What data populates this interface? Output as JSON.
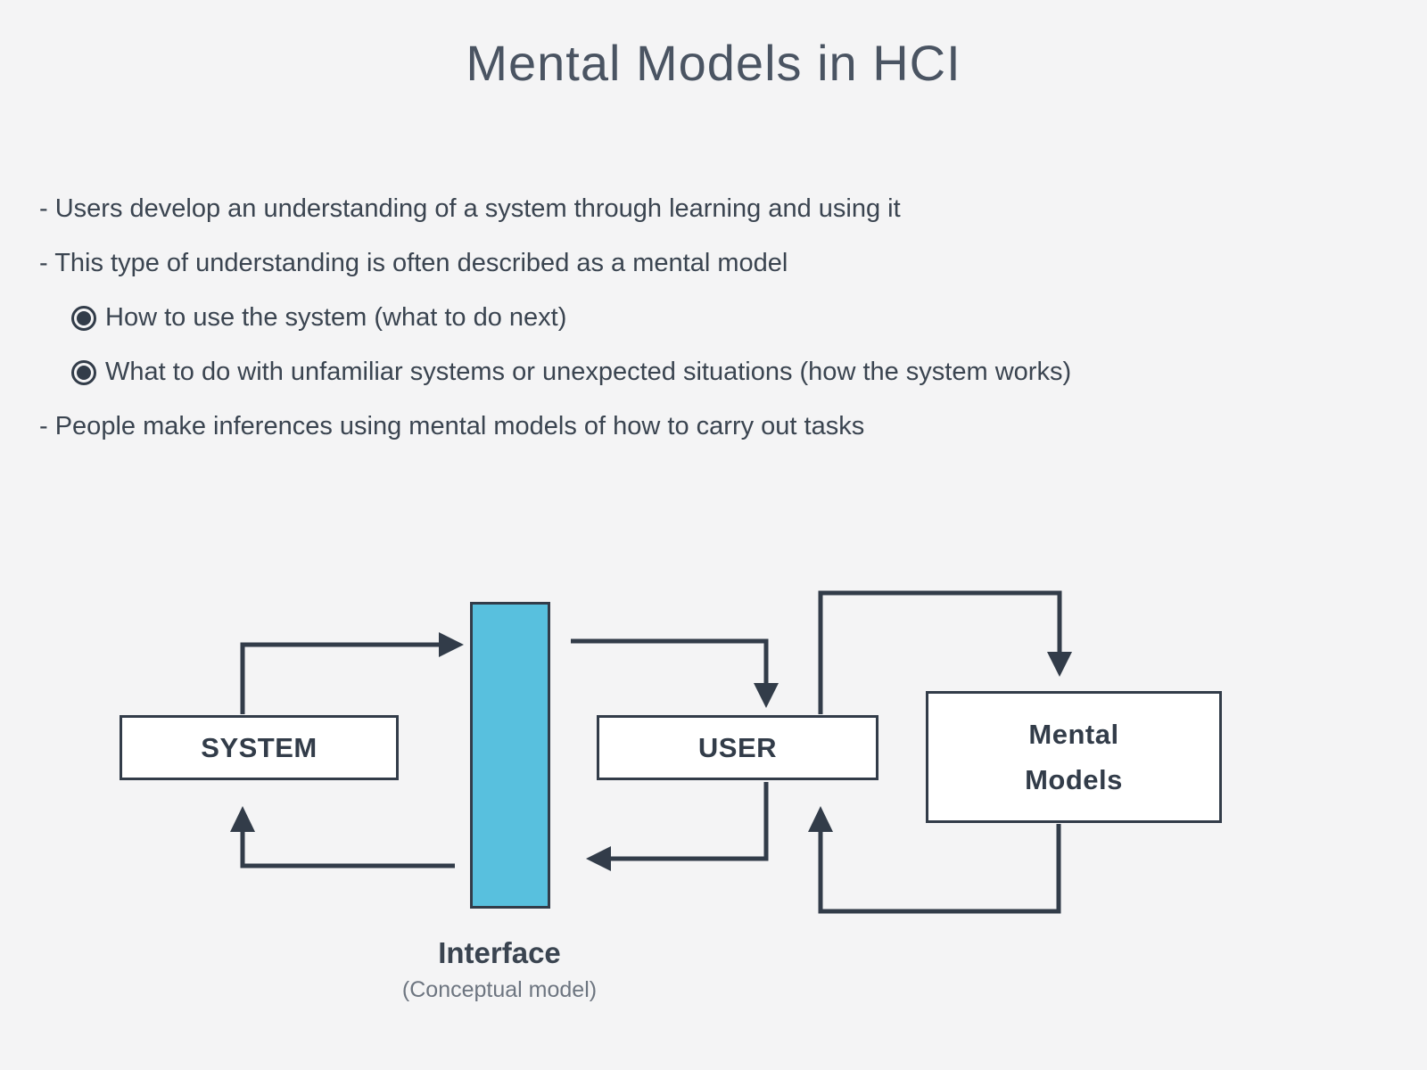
{
  "slide": {
    "title": "Mental Models in HCI",
    "bullets": [
      {
        "level": 1,
        "text": "- Users develop an understanding of a system through learning and using it"
      },
      {
        "level": 1,
        "text": "- This type of understanding is often described as a mental model"
      },
      {
        "level": 2,
        "text": "How to use the system (what to do next)"
      },
      {
        "level": 2,
        "text": "What to do with unfamiliar systems or unexpected situations (how the system works)"
      },
      {
        "level": 1,
        "text": "- People make inferences using mental models of how to carry out tasks"
      }
    ]
  },
  "diagram": {
    "system_label": "SYSTEM",
    "user_label": "USER",
    "mental_models_label_line1": "Mental",
    "mental_models_label_line2": "Models",
    "interface_label": "Interface",
    "interface_sublabel": "(Conceptual model)",
    "colors": {
      "background": "#f4f4f5",
      "line": "#323c49",
      "interface_fill": "#58c0de",
      "box_fill": "#ffffff",
      "text": "#3a4450",
      "caption_gray": "#6d7580"
    }
  }
}
